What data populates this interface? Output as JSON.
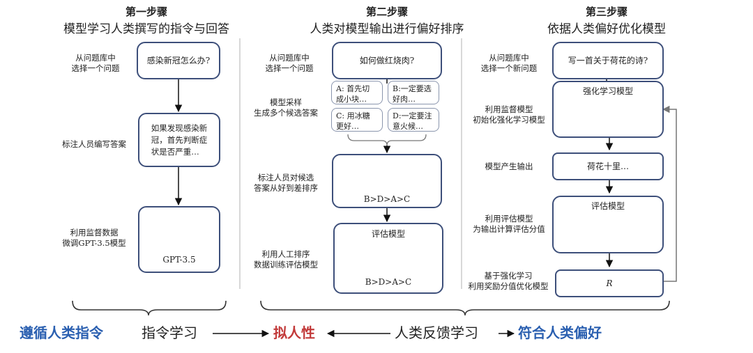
{
  "step1": {
    "title": "第一步骤",
    "subtitle": "模型学习人类撰写的指令与回答",
    "labels": [
      "从问题库中\n选择一个问题",
      "标注人员编写答案",
      "利用监督数据\n微调GPT-3.5模型"
    ],
    "question": "感染新冠怎么办?",
    "answer": "如果发现感染新\n冠，首先判断症\n状是否严重…",
    "model_label": "GPT-3.5"
  },
  "step2": {
    "title": "第二步骤",
    "subtitle": "人类对模型输出进行偏好排序",
    "labels": [
      "从问题库中\n选择一个问题",
      "模型采样\n生成多个候选答案",
      "标注人员对候选\n答案从好到差排序",
      "利用人工排序\n数据训练评估模型"
    ],
    "question": "如何做红烧肉?",
    "candidates": [
      "A: 首先切\n成小块…",
      "B:一定要选\n好肉…",
      "C: 用冰糖\n更好…",
      "D:一定要注\n意火候…"
    ],
    "ranking": "B>D>A>C",
    "reward_model_label": "评估模型",
    "reward_ranking": "B>D>A>C"
  },
  "step3": {
    "title": "第三步骤",
    "subtitle": "依据人类偏好优化模型",
    "labels": [
      "从问题库中\n选择一个新问题",
      "利用监督模型\n初始化强化学习模型",
      "模型产生输出",
      "利用评估模型\n为输出计算评估分值",
      "基于强化学习\n利用奖励分值优化模型"
    ],
    "question": "写一首关于荷花的诗?",
    "rl_model_label": "强化学习模型",
    "output": "荷花十里…",
    "reward_model_label": "评估模型",
    "reward": "R"
  },
  "bottom": {
    "left": "遵循人类指令",
    "left_method": "指令学习",
    "middle": "拟人性",
    "right_method": "人类反馈学习",
    "right": "符合人类偏好"
  },
  "colors": {
    "box_border": "#3d4f7a",
    "blue": "#2a5fb0",
    "red": "#c23a3a"
  }
}
